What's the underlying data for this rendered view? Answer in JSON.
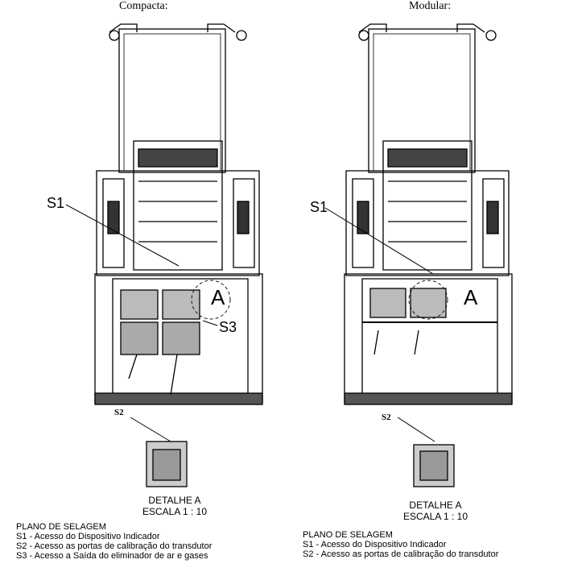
{
  "left": {
    "title": "Compacta:",
    "callouts": {
      "s1": "S1",
      "s2": "S2",
      "s3": "S3",
      "detail_letter": "A"
    },
    "detail": {
      "line1": "DETALHE A",
      "line2": "ESCALA 1 : 10"
    },
    "legend": {
      "heading": "PLANO DE SELAGEM",
      "items": [
        "S1 - Acesso do Dispositivo Indicador",
        "S2 - Acesso as portas de calibração do transdutor",
        "S3 - Acesso a Saída do eliminador de ar e gases"
      ]
    }
  },
  "right": {
    "title": "Modular:",
    "callouts": {
      "s1": "S1",
      "s2": "S2",
      "detail_letter": "A"
    },
    "detail": {
      "line1": "DETALHE A",
      "line2": "ESCALA 1 : 10"
    },
    "legend": {
      "heading": "PLANO DE SELAGEM",
      "items": [
        "S1 - Acesso do Dispositivo Indicador",
        "S2 - Acesso as portas de calibração do transdutor"
      ]
    }
  }
}
